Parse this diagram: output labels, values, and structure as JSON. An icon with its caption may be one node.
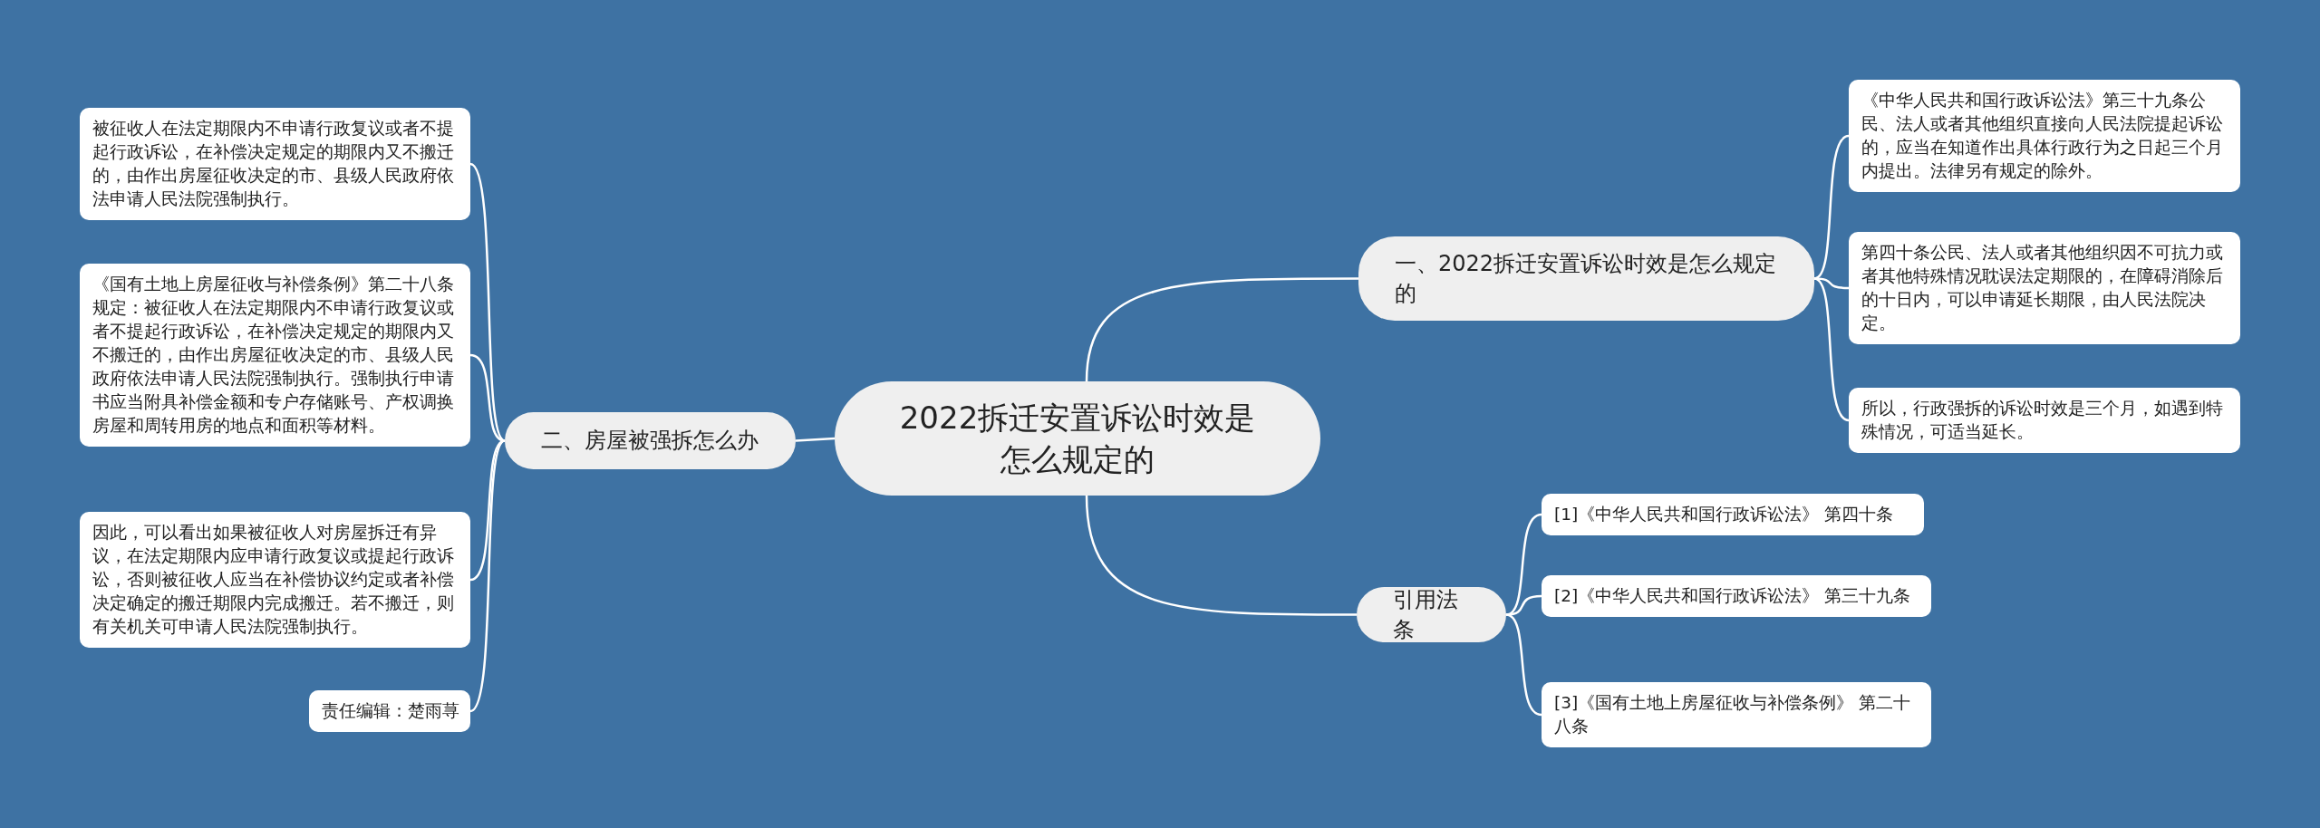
{
  "diagram": {
    "nodes": [
      {
        "text": [
          "2022拆迁安置诉讼时效是怎么规定的"
        ]
      },
      {
        "text": [
          "一、2022拆迁安置诉讼时效是怎么规定的"
        ]
      },
      {
        "text": [
          "《中华人民共和国行政诉讼法》第三十九条公民、法人或者其他组织直接向人民法院提起诉讼的，应当在知道作出具体行政行为之日起三个月内提出。法律另有规定的除外。"
        ]
      },
      {
        "text": [
          "第四十条公民、法人或者其他组织因不可抗力或者其他特殊情况耽误法定期限的，在障碍消除后的十日内，可以申请延长期限，由人民法院决定。"
        ]
      },
      {
        "text": [
          "所以，行政强拆的诉讼时效是三个月，如遇到特殊情况，可适当延长。"
        ]
      },
      {
        "text": [
          "二、房屋被强拆怎么办"
        ]
      },
      {
        "text": [
          "被征收人在法定期限内不申请行政复议或者不提起行政诉讼，在补偿决定规定的期限内又不搬迁的，由作出房屋征收决定的市、县级人民政府依法申请人民法院强制执行。"
        ]
      },
      {
        "text": [
          "《国有土地上房屋征收与补偿条例》第二十八条规定：被征收人在法定期限内不申请行政复议或者不提起行政诉讼，在补偿决定规定的期限内又不搬迁的，由作出房屋征收决定的市、县级人民政府依法申请人民法院强制执行。强制执行申请书应当附具补偿金额和专户存储账号、产权调换房屋和周转用房的地点和面积等材料。"
        ]
      },
      {
        "text": [
          "因此，可以看出如果被征收人对房屋拆迁有异议，在法定期限内应申请行政复议或提起行政诉讼，否则被征收人应当在补偿协议约定或者补偿决定确定的搬迁期限内完成搬迁。若不搬迁，则有关机关可申请人民法院强制执行。"
        ]
      },
      {
        "text": [
          "责任编辑：楚雨荨"
        ]
      },
      {
        "text": [
          "引用法条"
        ]
      },
      {
        "text": [
          "[1]《中华人民共和国行政诉讼法》 第四十条"
        ]
      },
      {
        "text": [
          "[2]《中华人民共和国行政诉讼法》 第三十九条"
        ]
      },
      {
        "text": [
          "[3]《国有土地上房屋征收与补偿条例》 第二十八条"
        ]
      }
    ],
    "edges": [
      {
        "from": 0,
        "to": 1,
        "arrow": "none"
      },
      {
        "from": 1,
        "to": 2,
        "arrow": "none"
      },
      {
        "from": 1,
        "to": 3,
        "arrow": "none"
      },
      {
        "from": 1,
        "to": 4,
        "arrow": "none"
      },
      {
        "from": 0,
        "to": 5,
        "arrow": "none"
      },
      {
        "from": 5,
        "to": 6,
        "arrow": "none"
      },
      {
        "from": 5,
        "to": 7,
        "arrow": "none"
      },
      {
        "from": 5,
        "to": 8,
        "arrow": "none"
      },
      {
        "from": 5,
        "to": 9,
        "arrow": "none"
      },
      {
        "from": 0,
        "to": 10,
        "arrow": "none"
      },
      {
        "from": 10,
        "to": 11,
        "arrow": "none"
      },
      {
        "from": 10,
        "to": 12,
        "arrow": "none"
      },
      {
        "from": 10,
        "to": 13,
        "arrow": "none"
      }
    ]
  }
}
